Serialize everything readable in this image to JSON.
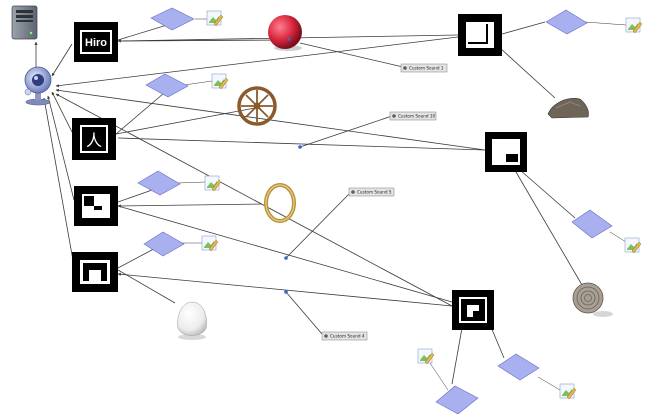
{
  "diagram": {
    "markers": [
      {
        "id": "marker-hiro",
        "label": "Hiro",
        "symbol": "hiro"
      },
      {
        "id": "marker-kanji",
        "label": "人",
        "symbol": "kanji"
      },
      {
        "id": "marker-left-3",
        "label": "",
        "symbol": "sq-a"
      },
      {
        "id": "marker-left-4",
        "label": "",
        "symbol": "sq-b"
      },
      {
        "id": "marker-right-1",
        "label": "",
        "symbol": "sq-c"
      },
      {
        "id": "marker-right-2",
        "label": "",
        "symbol": "sq-d"
      },
      {
        "id": "marker-bottom",
        "label": "",
        "symbol": "sq-e"
      }
    ],
    "sound_nodes": [
      {
        "id": "sound-1",
        "label": "Custom Sound 1"
      },
      {
        "id": "sound-2",
        "label": "Custom Sound 10"
      },
      {
        "id": "sound-3",
        "label": "Custom Sound 5"
      },
      {
        "id": "sound-4",
        "label": "Custom Sound 4"
      }
    ],
    "objects": [
      {
        "id": "server",
        "icon": "server-icon"
      },
      {
        "id": "webcam",
        "icon": "webcam-icon"
      },
      {
        "id": "red-ball",
        "icon": "red-ball"
      },
      {
        "id": "wooden-wheel",
        "icon": "wooden-wheel"
      },
      {
        "id": "brass-ring",
        "icon": "ring"
      },
      {
        "id": "egg",
        "icon": "egg"
      },
      {
        "id": "rock",
        "icon": "rock"
      },
      {
        "id": "shell",
        "icon": "shell"
      }
    ],
    "colors": {
      "marker": "#000000",
      "plane": "#a9b0ef",
      "plane_stroke": "#6670c8",
      "edge": "#3b3b3b",
      "ball": "#d8263c",
      "wheel": "#8b5a2b",
      "ring": "#b8923a"
    }
  }
}
